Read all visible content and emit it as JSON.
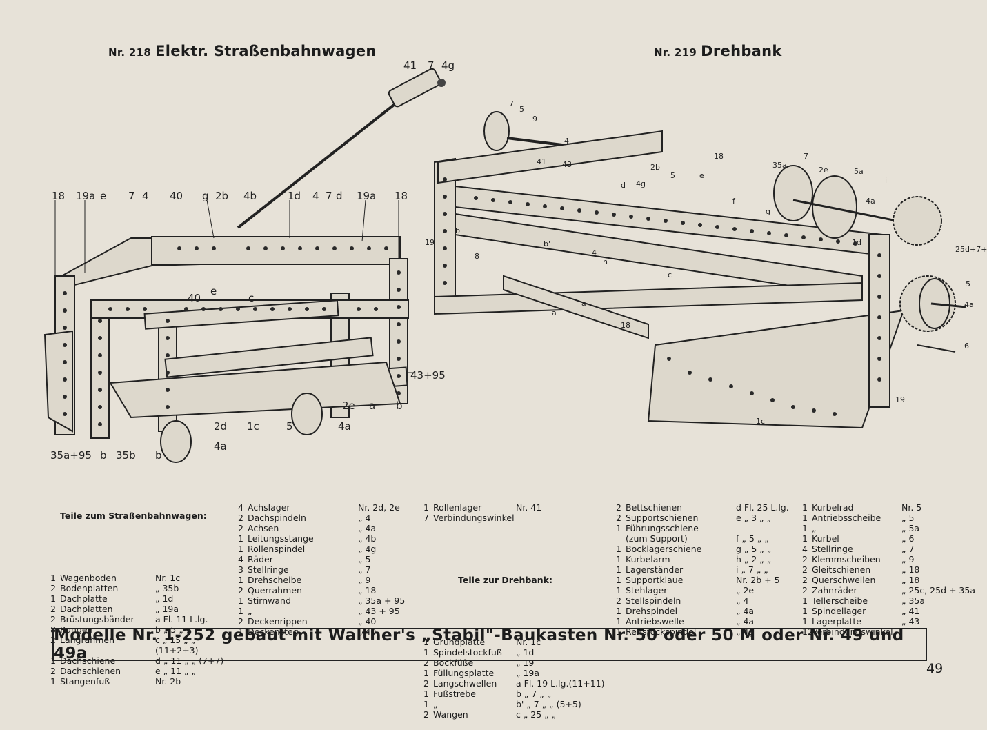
{
  "model218": {
    "nr": "Nr. 218",
    "title": "Elektr. Straßenbahnwagen"
  },
  "model219": {
    "nr": "Nr. 219",
    "title": "Drehbank"
  },
  "labels218": {
    "top": [
      "18",
      "19a",
      "e",
      "7",
      "4",
      "40",
      "g",
      "2b",
      "4b",
      "1d",
      "4",
      "7",
      "d",
      "19a",
      "18"
    ],
    "pole": [
      "41",
      "7",
      "4g"
    ],
    "inner": [
      "40",
      "e",
      "c"
    ],
    "right": "43+95",
    "bottomRight": [
      "2e",
      "a",
      "b",
      "b"
    ],
    "bottom": [
      "35a+95",
      "b",
      "35b",
      "b",
      "2d",
      "1c",
      "5",
      "4a",
      "4a"
    ]
  },
  "labels219": [
    "7",
    "5",
    "9",
    "4",
    "41",
    "43",
    "18",
    "2b",
    "4g",
    "d",
    "5",
    "e",
    "f",
    "7",
    "2e",
    "35a",
    "5a",
    "4a",
    "i",
    "g",
    "1d",
    "25d+7+",
    "5",
    "4a",
    "6",
    "19",
    "b",
    "b'",
    "8",
    "4",
    "h",
    "c",
    "a",
    "a",
    "18",
    "1c",
    "19"
  ],
  "parts": {
    "col1": {
      "heading": "Teile zum Straßenbahnwagen:",
      "rows": [
        [
          "1",
          "Wagenboden",
          "Nr. 1c"
        ],
        [
          "2",
          "Bodenplatten",
          "„ 35b"
        ],
        [
          "1",
          "Dachplatte",
          "„ 1d"
        ],
        [
          "2",
          "Dachplatten",
          "„ 19a"
        ],
        [
          "2",
          "Brüstungsbänder",
          "a Fl. 11 L.lg."
        ],
        [
          "8",
          "Rungen",
          "b „ 5 „ „"
        ],
        [
          "2",
          "Langrahmen",
          "c „ 15 „ „"
        ],
        [
          "",
          "",
          "(11+2+3)"
        ],
        [
          "1",
          "Dachschiene",
          "d „ 11 „ „ (7+7)"
        ],
        [
          "2",
          "Dachschienen",
          "e „ 11 „ „"
        ],
        [
          "1",
          "Stangenfuß",
          "Nr. 2b"
        ]
      ]
    },
    "col2": {
      "rows": [
        [
          "4",
          "Achslager",
          "Nr. 2d, 2e"
        ],
        [
          "2",
          "Dachspindeln",
          "„ 4"
        ],
        [
          "2",
          "Achsen",
          "„ 4a"
        ],
        [
          "1",
          "Leitungsstange",
          "„ 4b"
        ],
        [
          "1",
          "Rollenspindel",
          "„ 4g"
        ],
        [
          "4",
          "Räder",
          "„ 5"
        ],
        [
          "3",
          "Stellringe",
          "„ 7"
        ],
        [
          "1",
          "Drehscheibe",
          "„ 9"
        ],
        [
          "2",
          "Querrahmen",
          "„ 18"
        ],
        [
          "1",
          "Stirnwand",
          "„ 35a + 95"
        ],
        [
          "1",
          "„",
          "„ 43 + 95"
        ],
        [
          "2",
          "Deckenrippen",
          "„ 40"
        ],
        [
          "1",
          "Deckensteg",
          "„ 40"
        ]
      ]
    },
    "col3": {
      "rows": [
        [
          "1",
          "Rollenlager",
          "Nr. 41"
        ],
        [
          "7",
          "Verbindungswinkel",
          ""
        ]
      ],
      "heading2": "Teile zur Drehbank:",
      "rows2": [
        [
          "1",
          "Grundplatte",
          "Nr. 1c"
        ],
        [
          "1",
          "Spindelstockfuß",
          "„ 1d"
        ],
        [
          "2",
          "Bockfüße",
          "„ 19"
        ],
        [
          "1",
          "Füllungsplatte",
          "„ 19a"
        ],
        [
          "2",
          "Langschwellen",
          "a Fl. 19 L.lg.(11+11)"
        ],
        [
          "1",
          "Fußstrebe",
          "b „ 7 „ „"
        ],
        [
          "1",
          "„",
          "b' „ 7 „ „ (5+5)"
        ],
        [
          "2",
          "Wangen",
          "c „ 25 „ „"
        ]
      ]
    },
    "col4": {
      "rows": [
        [
          "2",
          "Bettschienen",
          "d Fl. 25 L.lg."
        ],
        [
          "2",
          "Supportschienen",
          "e „ 3 „ „"
        ],
        [
          "1",
          "Führungsschiene",
          ""
        ],
        [
          "",
          "(zum Support)",
          "f „ 5 „ „"
        ],
        [
          "1",
          "Bocklagerschiene",
          "g „ 5 „ „"
        ],
        [
          "1",
          "Kurbelarm",
          "h „ 2 „ „"
        ],
        [
          "1",
          "Lagerständer",
          "i „ 7 „ „"
        ],
        [
          "1",
          "Supportklaue",
          "Nr. 2b + 5"
        ],
        [
          "1",
          "Stehlager",
          "„ 2e"
        ],
        [
          "2",
          "Stellspindeln",
          "„ 4"
        ],
        [
          "1",
          "Drehspindel",
          "„ 4a"
        ],
        [
          "1",
          "Antriebswelle",
          "„ 4a"
        ],
        [
          "1",
          "Reitstockspindel",
          "„ 4g"
        ]
      ]
    },
    "col5": {
      "rows": [
        [
          "1",
          "Kurbelrad",
          "Nr. 5"
        ],
        [
          "1",
          "Antriebsscheibe",
          "„ 5"
        ],
        [
          "1",
          "„",
          "„ 5a"
        ],
        [
          "1",
          "Kurbel",
          "„ 6"
        ],
        [
          "4",
          "Stellringe",
          "„ 7"
        ],
        [
          "2",
          "Klemmscheiben",
          "„ 9"
        ],
        [
          "2",
          "Gleitschienen",
          "„ 18"
        ],
        [
          "2",
          "Querschwellen",
          "„ 18"
        ],
        [
          "2",
          "Zahnräder",
          "„ 25c, 25d + 35a"
        ],
        [
          "1",
          "Tellerscheibe",
          "„ 35a"
        ],
        [
          "1",
          "Spindellager",
          "„ 41"
        ],
        [
          "1",
          "Lagerplatte",
          "„ 43"
        ],
        [
          "12",
          "Verbindungswinkel",
          ""
        ]
      ]
    }
  },
  "footer": "Modelle Nr. 1-252 gebaut mit Walther's „Stabil\"-Baukasten Nr. 50 oder 50 M oder Nr. 49 und 49a",
  "page_number": "49"
}
